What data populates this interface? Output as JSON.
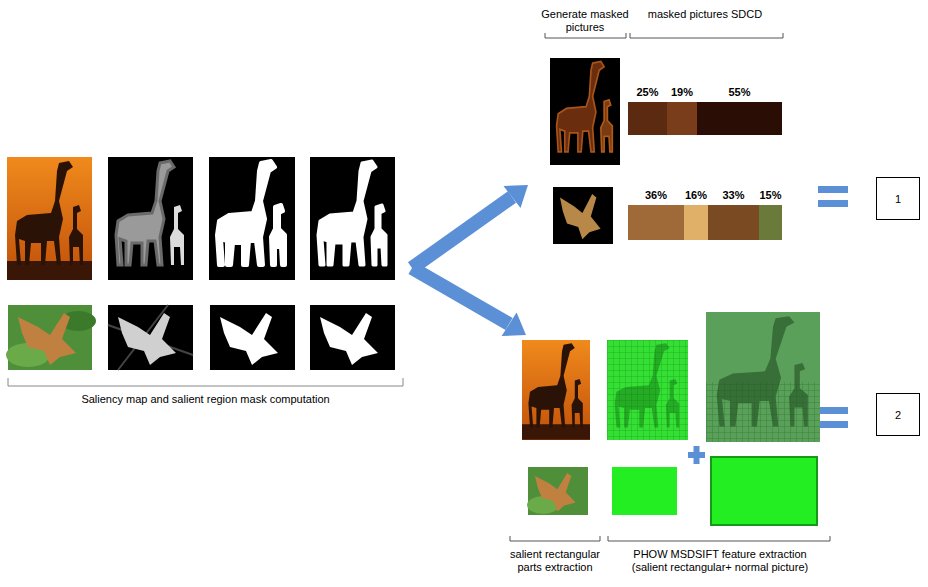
{
  "diagram": {
    "nodes": [
      {
        "text": [
          "1"
        ]
      },
      {
        "text": [
          "2"
        ]
      }
    ],
    "labels": [
      "Generate masked pictures",
      "masked pictures SDCD",
      "25%",
      "19%",
      "55%",
      "36%",
      "16%",
      "33%",
      "15%",
      "Saliency map and salient region mask computation",
      "salient rectangular parts extraction",
      "PHOW MSDSIFT feature extraction (salient rectangular+ normal picture)"
    ]
  }
}
